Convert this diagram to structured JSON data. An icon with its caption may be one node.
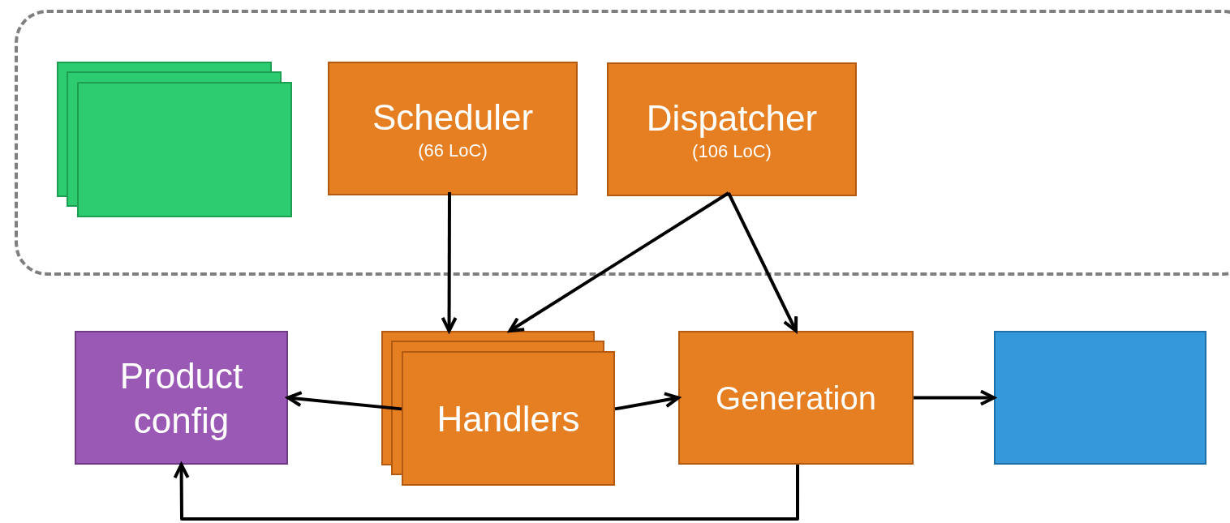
{
  "diagram": {
    "nodes": [
      {
        "text": [],
        "shape": "box"
      },
      {
        "text": [],
        "shape": "box",
        "in": 0
      },
      {
        "text": [
          "Scheduler",
          "(66 LoC)"
        ],
        "in": 0
      },
      {
        "text": [
          "Dispatcher",
          "(106 LoC)"
        ],
        "in": 0
      },
      {
        "text": [
          "Product config"
        ]
      },
      {
        "text": [
          "Handlers"
        ]
      },
      {
        "text": [
          "Generation"
        ]
      },
      {
        "text": [],
        "shape": "box"
      }
    ],
    "edges": [
      {
        "from": 2,
        "to": 5,
        "arrow": "to"
      },
      {
        "from": 3,
        "to": 5,
        "arrow": "to"
      },
      {
        "from": 3,
        "to": 6,
        "arrow": "to"
      },
      {
        "from": 5,
        "to": 4,
        "arrow": "to"
      },
      {
        "from": 5,
        "to": 6,
        "arrow": "to"
      },
      {
        "from": 6,
        "to": 7,
        "arrow": "to"
      },
      {
        "from": 6,
        "to": 4,
        "arrow": "to"
      }
    ]
  }
}
